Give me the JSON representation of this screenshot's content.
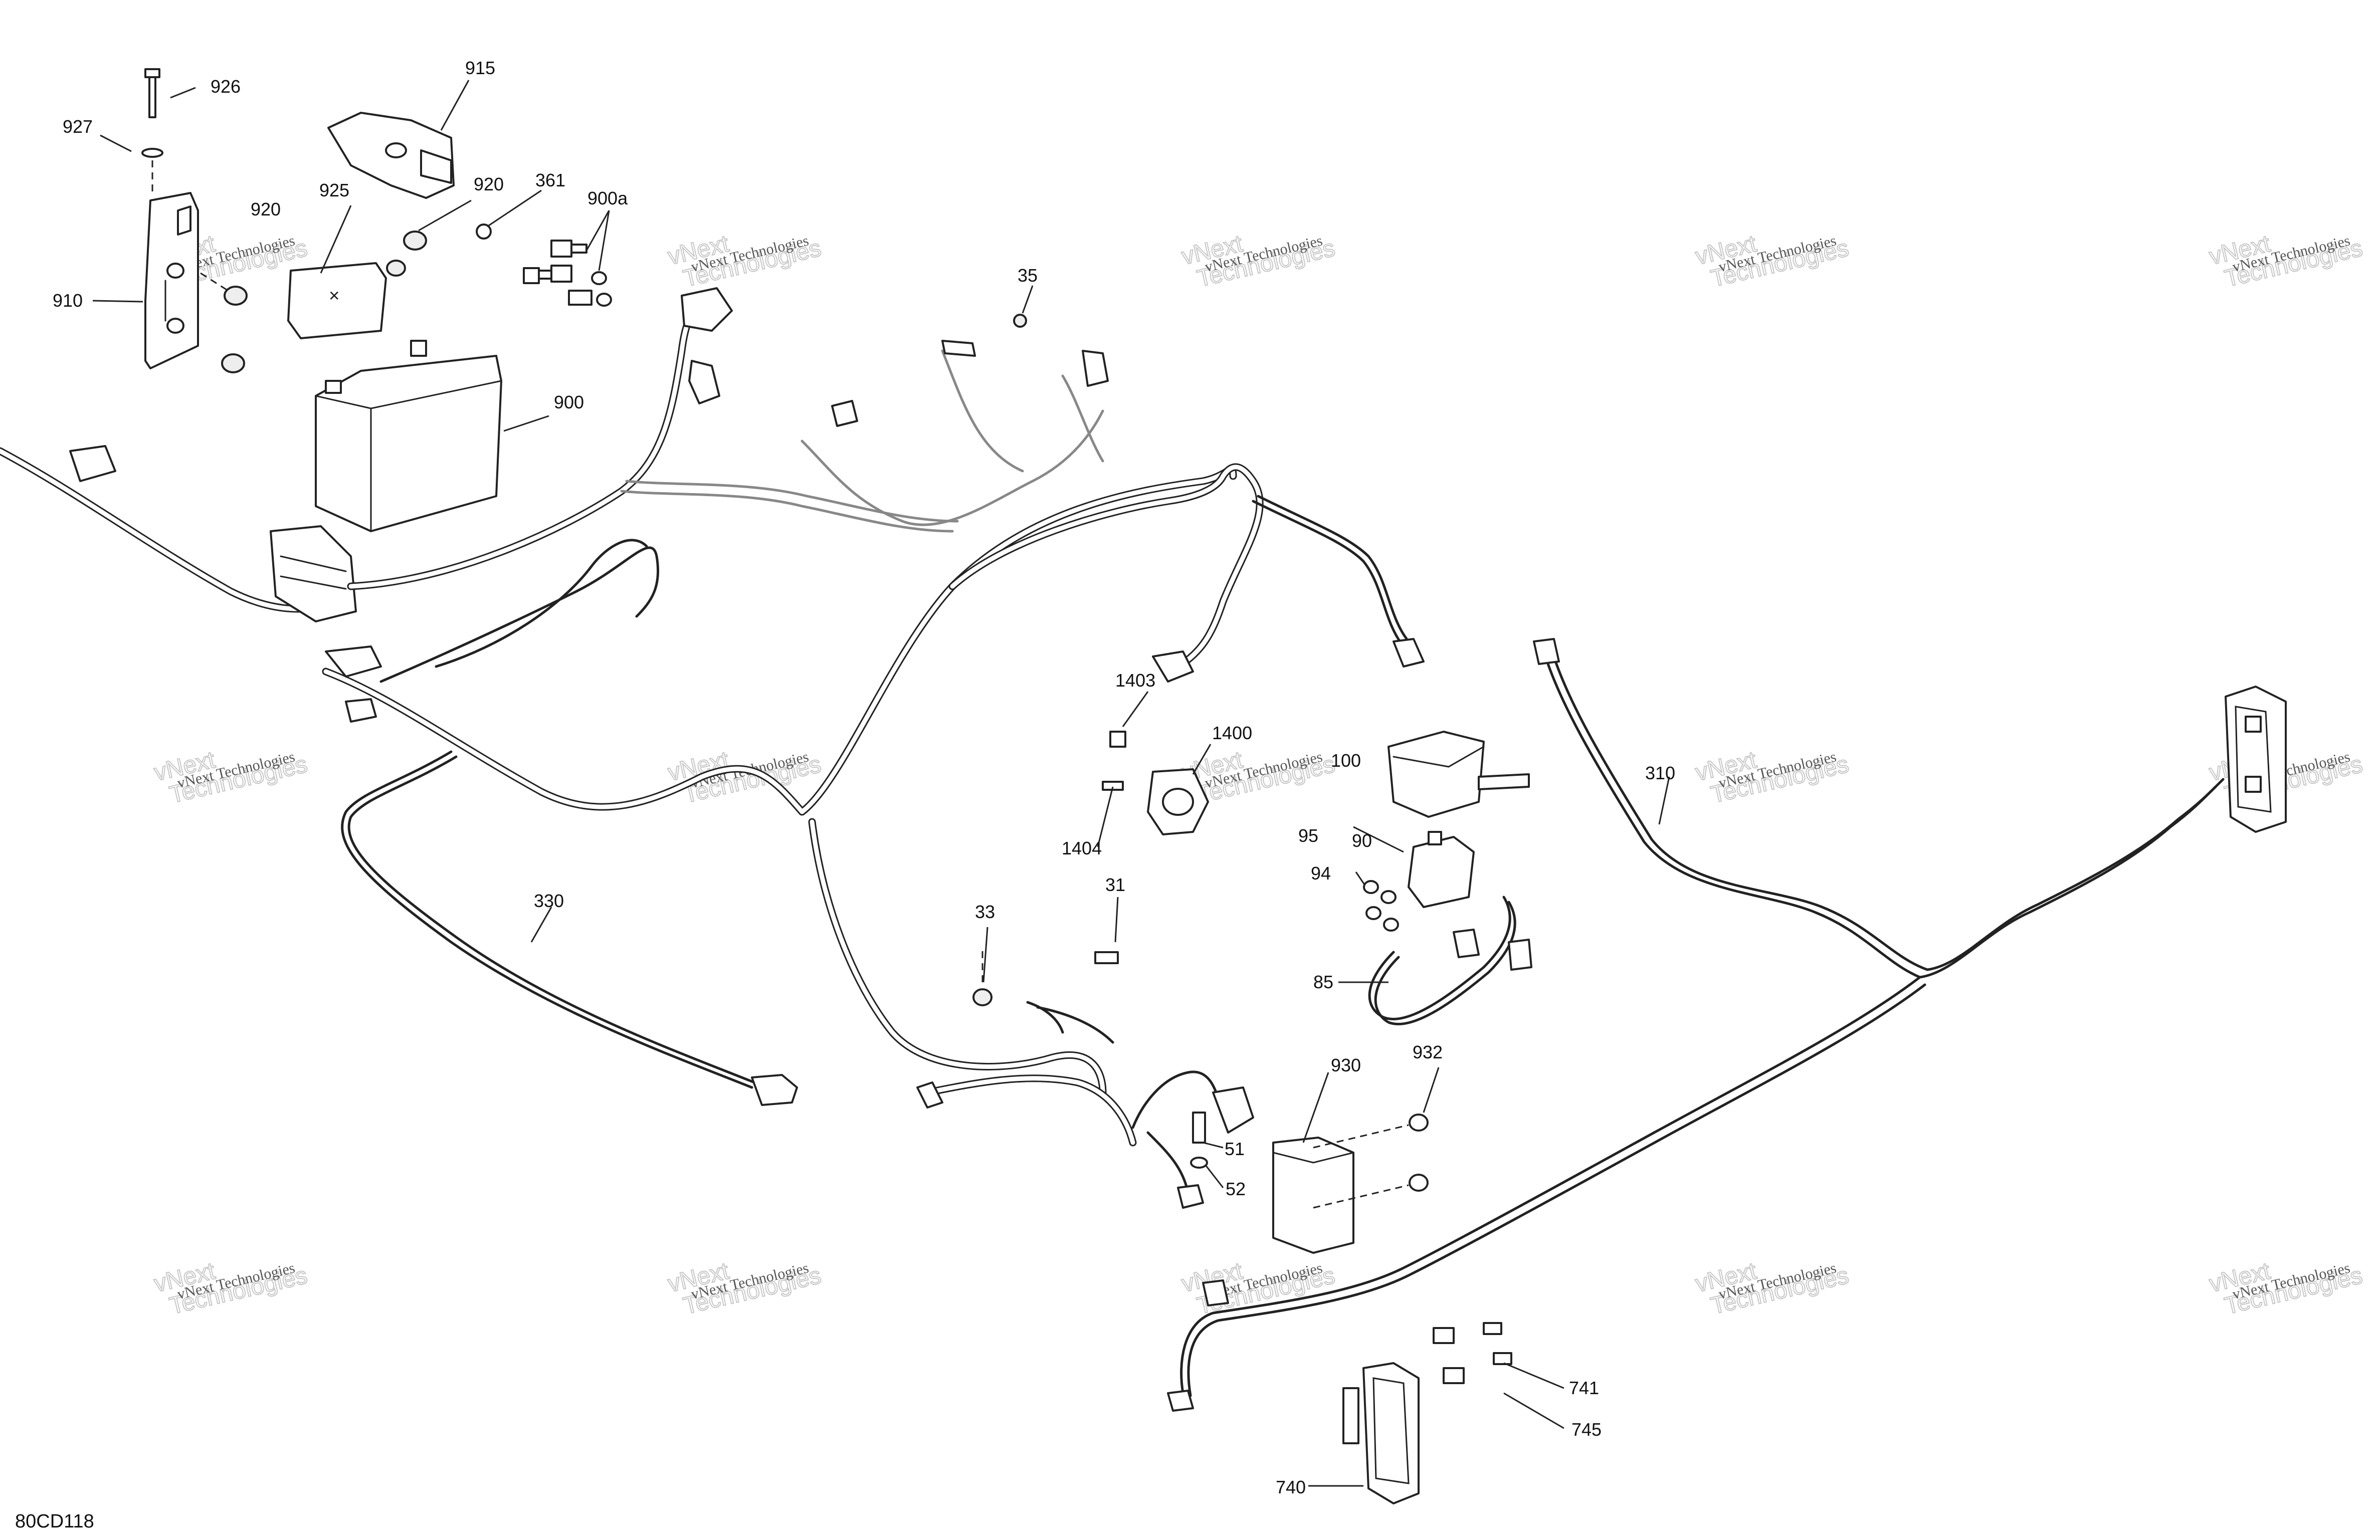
{
  "diagram_code": "80CD118",
  "watermark": {
    "line1": "vNext Technologies",
    "line2a": "vNext",
    "line2b": "Technologies"
  },
  "callouts": {
    "c926": "926",
    "c927": "927",
    "c915": "915",
    "c920a": "920",
    "c920b": "920",
    "c925": "925",
    "c361": "361",
    "c900a": "900a",
    "c910": "910",
    "c900": "900",
    "c35": "35",
    "c1403": "1403",
    "c1400": "1400",
    "c1404": "1404",
    "c100": "100",
    "c95": "95",
    "c90": "90",
    "c94": "94",
    "c85": "85",
    "c310": "310",
    "c330": "330",
    "c33": "33",
    "c31": "31",
    "c930": "930",
    "c932": "932",
    "c51": "51",
    "c52": "52",
    "c741": "741",
    "c745": "745",
    "c740": "740"
  }
}
